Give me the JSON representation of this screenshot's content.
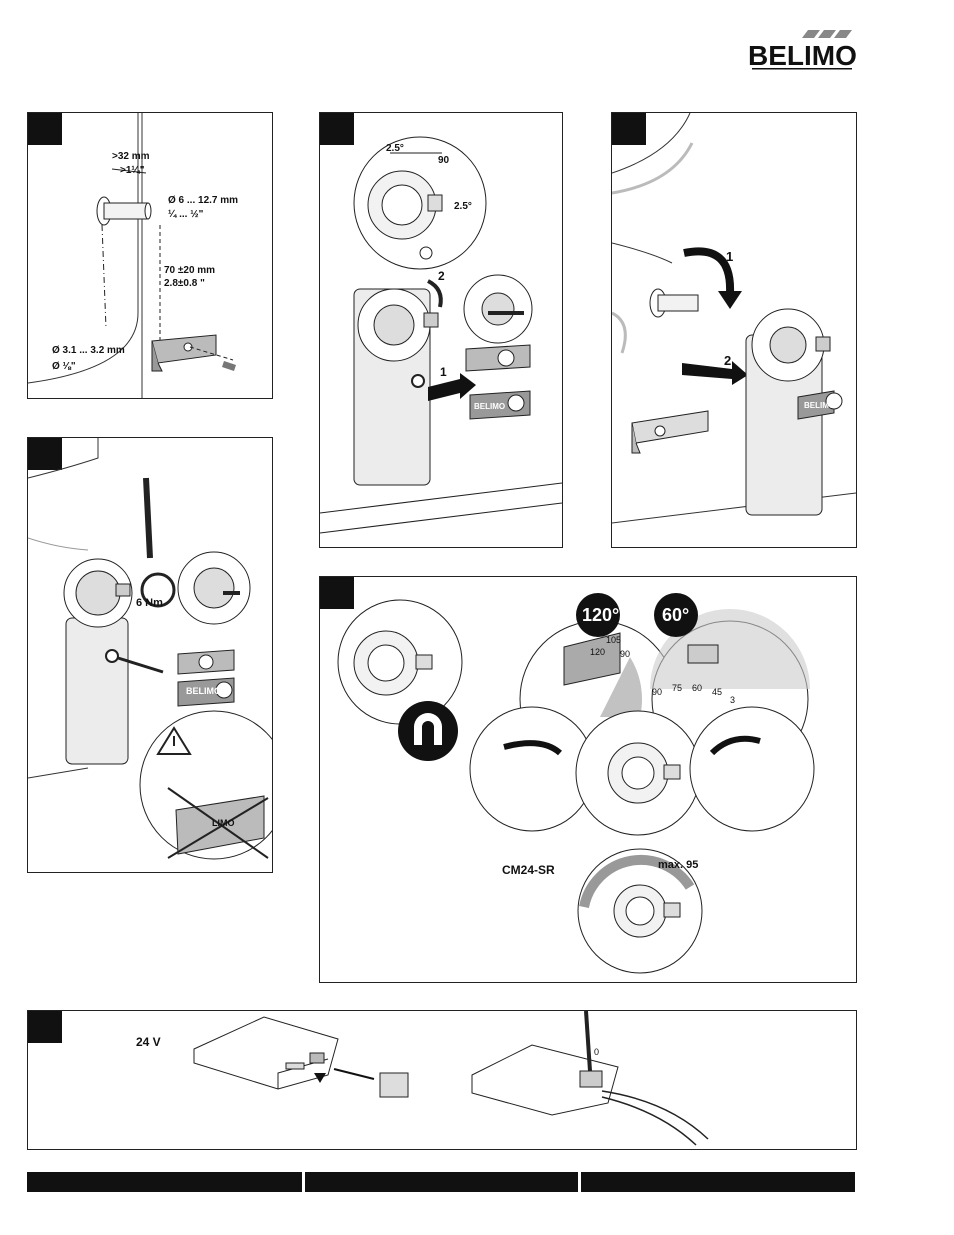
{
  "brand": {
    "name": "BELIMO"
  },
  "panel1": {
    "dim_a": ">32 mm",
    "dim_b": ">1¼\"",
    "dia_mm": "Ø 6 ... 12.7 mm",
    "dia_in": "¼ ... ½\"",
    "dist_mm": "70 ±20 mm",
    "dist_in": "2.8±0.8 \"",
    "hole_mm": "Ø 3.1 ... 3.2 mm",
    "hole_in": "Ø ⅛\""
  },
  "panel2": {
    "angle_top": "2.5°",
    "angle_side": "2.5°",
    "scale_90": "90",
    "arrow_1": "1",
    "arrow_2": "2",
    "label": "BELIMO"
  },
  "panel3": {
    "arrow_1": "1",
    "arrow_2": "2",
    "label": "BELIMO"
  },
  "panel4": {
    "torque": "6 Nm",
    "label": "BELIMO",
    "label2": "LIMO"
  },
  "panel5": {
    "angle_120": "120°",
    "angle_60": "60°",
    "scale_a": [
      "120",
      "105",
      "90"
    ],
    "scale_b": [
      "90",
      "75",
      "60",
      "45",
      "3"
    ],
    "model": "CM24-SR",
    "max": "max. 95"
  },
  "panel6": {
    "voltage": "24 V",
    "zero": "0"
  },
  "footer": {
    "bars": 3
  }
}
